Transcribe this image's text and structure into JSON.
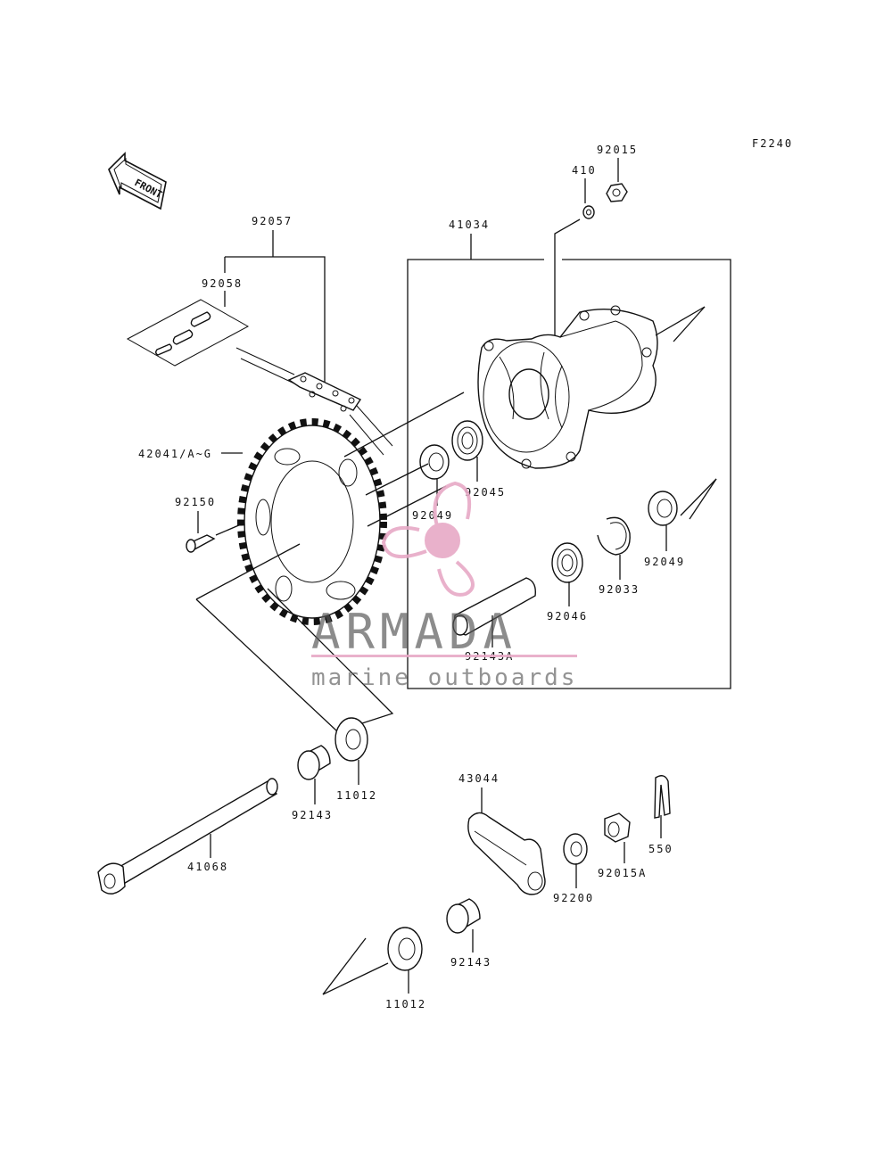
{
  "diagram_id": "F2240",
  "front_label": "FRONT",
  "labels": {
    "p410": "410",
    "p92015": "92015",
    "p41034": "41034",
    "p92057": "92057",
    "p92058": "92058",
    "p42041": "42041/A~G",
    "p92150": "92150",
    "p92045": "92045",
    "p92049a": "92049",
    "p92049b": "92049",
    "p92033": "92033",
    "p92046": "92046",
    "p92143A": "92143A",
    "p11012a": "11012",
    "p92143a": "92143",
    "p41068": "41068",
    "p43044": "43044",
    "p550": "550",
    "p92015A": "92015A",
    "p92200": "92200",
    "p92143b": "92143",
    "p11012b": "11012"
  },
  "watermark": {
    "brand": "ARMADA",
    "tagline": "marine outboards",
    "accent_color": "#e7a9c6",
    "text_color": "#555555"
  }
}
